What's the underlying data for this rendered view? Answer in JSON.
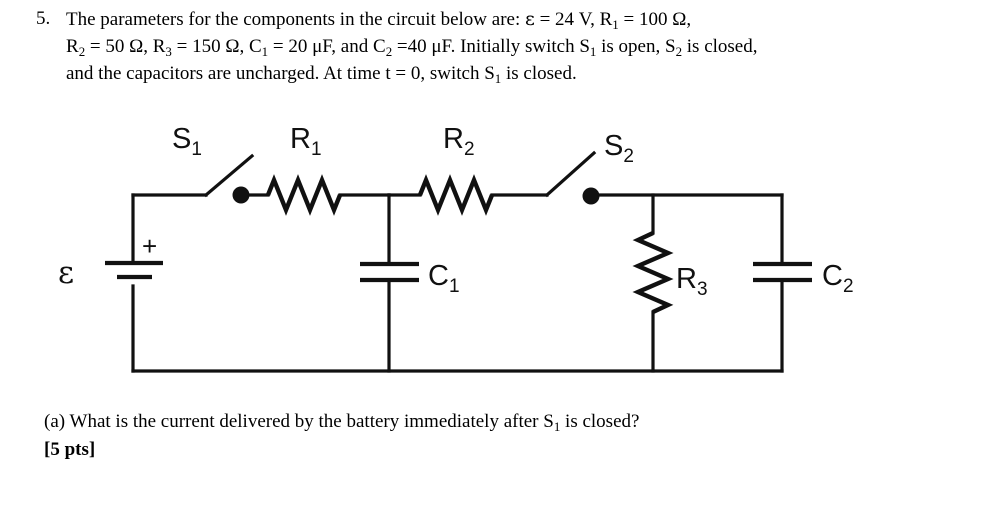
{
  "problem": {
    "number": "5.",
    "lines": [
      "The parameters for the components in the circuit below are: ε = 24 V, R₁ = 100 Ω,",
      "R₂ = 50 Ω, R₃ = 150 Ω, C₁ = 20 μF, and C₂ =40 μF.  Initially switch S₁ is open, S₂ is closed,",
      "and the capacitors are uncharged.  At time t = 0, switch S₁ is closed."
    ],
    "line1_segments": {
      "intro": "The parameters for the components in the circuit below are: ",
      "emf_symbol": "ε",
      "emf_value": " = 24 V, ",
      "r1_symbol": "R",
      "r1_sub": "1",
      "r1_value": " = 100 Ω,"
    },
    "line2_segments": {
      "r2_symbol": "R",
      "r2_sub": "2",
      "r2_value": " = 50 Ω, ",
      "r3_symbol": "R",
      "r3_sub": "3",
      "r3_value": " = 150 Ω, ",
      "c1_symbol": "C",
      "c1_sub": "1",
      "c1_value": " = 20 μF, and ",
      "c2_symbol": "C",
      "c2_sub": "2",
      "c2_value": " =40 μF.  Initially switch S",
      "s1_sub": "1",
      "s1_state": " is open, S",
      "s2_sub": "2",
      "s2_state": " is closed,"
    },
    "line3_segments": {
      "text_a": "and the capacitors are uncharged.  At time t = 0, switch S",
      "s1_sub": "1",
      "text_b": " is closed."
    }
  },
  "parameters": {
    "emf": {
      "symbol": "ε",
      "value": "24",
      "unit": "V"
    },
    "R1": {
      "symbol": "R₁",
      "value": "100",
      "unit": "Ω"
    },
    "R2": {
      "symbol": "R₂",
      "value": "50",
      "unit": "Ω"
    },
    "R3": {
      "symbol": "R₃",
      "value": "150",
      "unit": "Ω"
    },
    "C1": {
      "symbol": "C₁",
      "value": "20",
      "unit": "μF"
    },
    "C2": {
      "symbol": "C₂",
      "value": "40",
      "unit": "μF"
    },
    "S1_initial_state": "open",
    "S2_initial_state": "closed",
    "capacitors_initial_charge": "uncharged",
    "event": "At time t = 0, switch S₁ is closed."
  },
  "circuit": {
    "labels": {
      "s1": {
        "base": "S",
        "sub": "1"
      },
      "s2": {
        "base": "S",
        "sub": "2"
      },
      "r1": {
        "base": "R",
        "sub": "1"
      },
      "r2": {
        "base": "R",
        "sub": "2"
      },
      "r3": {
        "base": "R",
        "sub": "3"
      },
      "c1": {
        "base": "C",
        "sub": "1"
      },
      "c2": {
        "base": "C",
        "sub": "2"
      },
      "emf": "ε",
      "polarity": "+"
    },
    "components": [
      {
        "name": "battery",
        "label": "ε",
        "polarity_marker": "+",
        "position": "left-branch"
      },
      {
        "name": "switch-s1",
        "label": "S₁",
        "state": "open",
        "position": "top-left"
      },
      {
        "name": "resistor-r1",
        "label": "R₁",
        "orientation": "horizontal",
        "position": "top"
      },
      {
        "name": "capacitor-c1",
        "label": "C₁",
        "orientation": "horizontal-plates",
        "position": "middle-branch"
      },
      {
        "name": "resistor-r2",
        "label": "R₂",
        "orientation": "horizontal",
        "position": "top"
      },
      {
        "name": "switch-s2",
        "label": "S₂",
        "state": "open-drawn",
        "position": "top-right"
      },
      {
        "name": "resistor-r3",
        "label": "R₃",
        "orientation": "vertical",
        "position": "third-branch"
      },
      {
        "name": "capacitor-c2",
        "label": "C₂",
        "orientation": "horizontal-plates",
        "position": "right-branch"
      }
    ]
  },
  "questions": [
    {
      "marker": "(a)",
      "text": "What is the current delivered by the battery immediately after S₁ is closed?",
      "s1_sub": "1",
      "text_before_sub": "What is the current delivered by the battery immediately after S",
      "text_after_sub": " is closed?",
      "points": "[5 pts]"
    }
  ],
  "colors": {
    "ink": "#111111",
    "page_background": "#ffffff"
  }
}
